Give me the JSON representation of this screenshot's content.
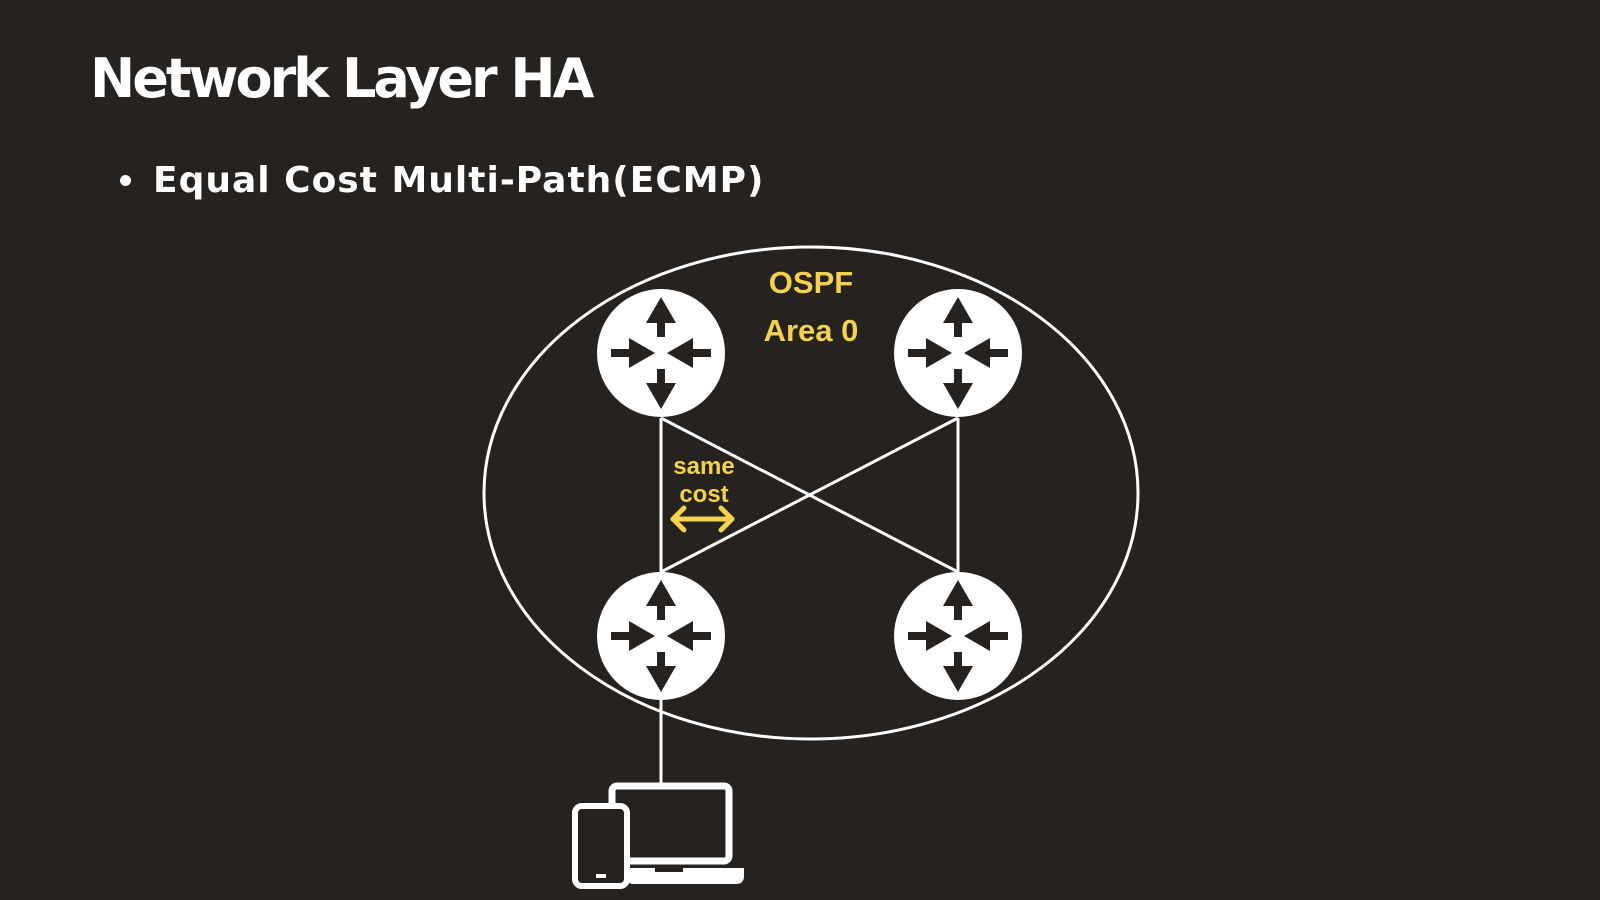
{
  "slide": {
    "title": "Network Layer HA",
    "bullets": [
      {
        "text": "Equal Cost Multi-Path(ECMP)"
      }
    ]
  },
  "diagram": {
    "area_label_line1": "OSPF",
    "area_label_line2": "Area 0",
    "cost_label_line1": "same",
    "cost_label_line2": "cost",
    "nodes": [
      {
        "name": "router-top-left",
        "icon": "router-icon"
      },
      {
        "name": "router-top-right",
        "icon": "router-icon"
      },
      {
        "name": "router-bottom-left",
        "icon": "router-icon"
      },
      {
        "name": "router-bottom-right",
        "icon": "router-icon"
      },
      {
        "name": "client-devices",
        "icon": "devices-icon"
      }
    ],
    "links": [
      [
        "router-top-left",
        "router-bottom-left"
      ],
      [
        "router-top-right",
        "router-bottom-right"
      ],
      [
        "router-top-left",
        "router-bottom-right"
      ],
      [
        "router-top-right",
        "router-bottom-left"
      ],
      [
        "router-bottom-left",
        "client-devices"
      ]
    ]
  },
  "colors": {
    "background": "#252220",
    "foreground": "#ffffff",
    "accent": "#f5d150"
  }
}
